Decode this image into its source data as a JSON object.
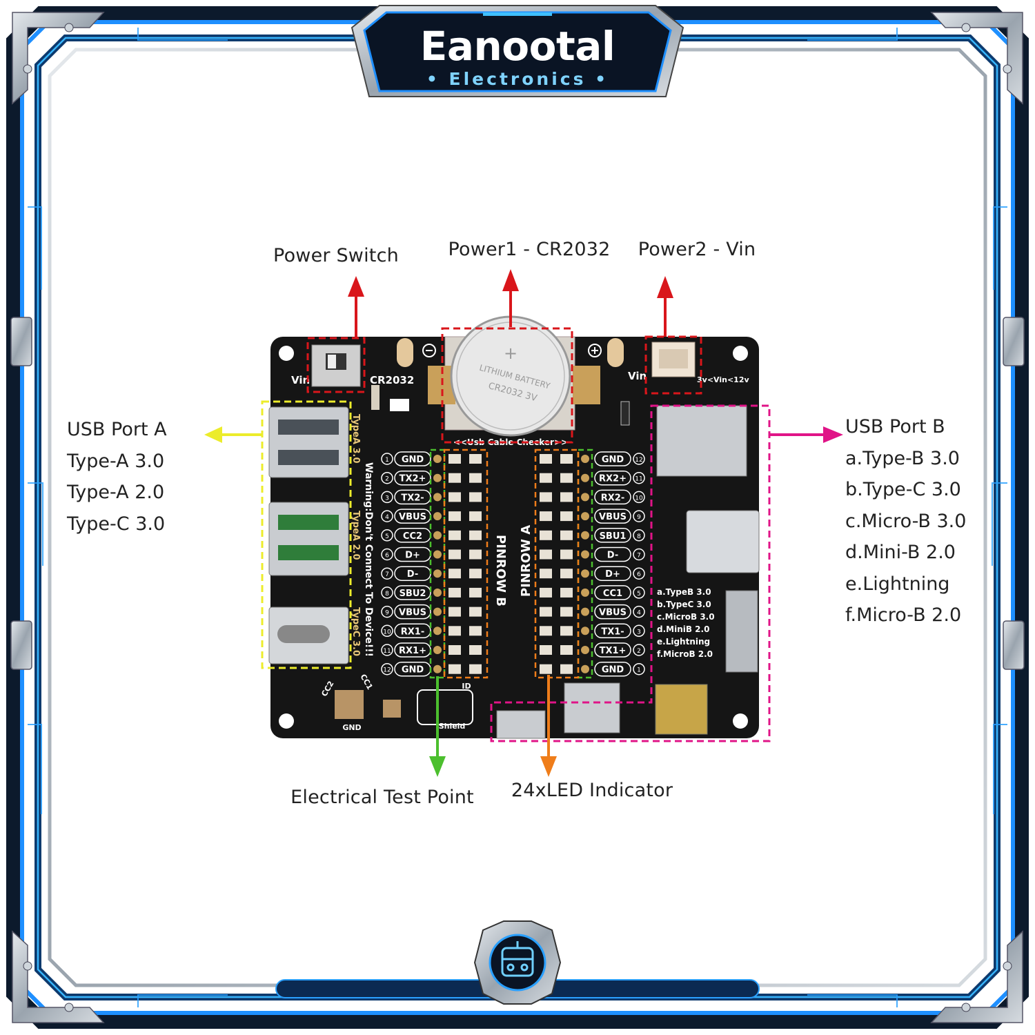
{
  "brand": {
    "name": "Eanootal",
    "tagline": "• Electronics •"
  },
  "callouts": {
    "power_switch": "Power Switch",
    "power1": "Power1 - CR2032",
    "power2": "Power2 - Vin",
    "test_point": "Electrical Test Point",
    "led_indicator": "24xLED Indicator"
  },
  "port_a": {
    "title": "USB Port A",
    "items": [
      "Type-A 3.0",
      "Type-A 2.0",
      "Type-C 3.0"
    ]
  },
  "port_b": {
    "title": "USB Port B",
    "items": [
      "a.Type-B 3.0",
      "b.Type-C 3.0",
      "c.Micro-B 3.0",
      "d.Mini-B 2.0",
      "e.Lightning",
      "f.Micro-B 2.0"
    ]
  },
  "board": {
    "cr2032_label": "CR2032",
    "vin_label": "Vin",
    "vin_range": "3v<Vin<12v",
    "checker_label": "<<Usb Cable Checker>>",
    "warning": "Warning:Don't Connect To Device!!!",
    "pinrow_a": "PINROW A",
    "pinrow_b": "PINROW B",
    "battery_text": "LITHIUM BATTERY",
    "battery_model": "CR2032 3V",
    "port_a_silk": [
      "TypeA 3.0",
      "TypeA 2.0",
      "TypeC 3.0"
    ],
    "pins_left": [
      "GND",
      "TX2+",
      "TX2-",
      "VBUS",
      "CC2",
      "D+",
      "D-",
      "SBU2",
      "VBUS",
      "RX1-",
      "RX1+",
      "GND"
    ],
    "pins_right": [
      "GND",
      "RX2+",
      "RX2-",
      "VBUS",
      "SBU1",
      "D-",
      "D+",
      "CC1",
      "VBUS",
      "TX1-",
      "TX1+",
      "GND"
    ],
    "port_b_silk": [
      "a.TypeB 3.0",
      "b.TypeC 3.0",
      "c.MicroB 3.0",
      "d.MiniB 2.0",
      "e.Lightning",
      "f.MicroB 2.0"
    ],
    "bottom_silk": [
      "CC2",
      "CC1",
      "GND",
      "ID",
      "Shield"
    ]
  },
  "colors": {
    "frame_blue": "#1e8fff",
    "frame_metal": "#b9c2cc",
    "pcb": "#151515",
    "red_arrow": "#d9161b",
    "yellow": "#ecec2b",
    "magenta": "#e01487",
    "green": "#4cbf2e",
    "orange": "#ef7d1a"
  }
}
